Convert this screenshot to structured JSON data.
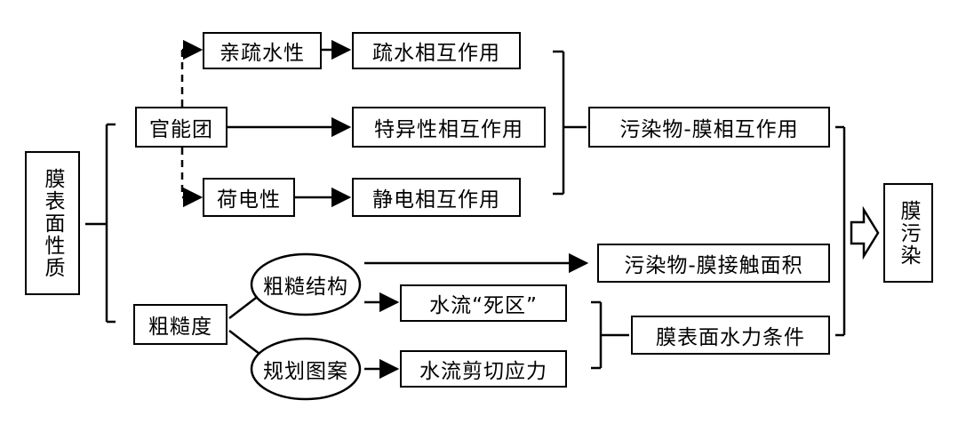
{
  "nodes": {
    "membrane_surface_properties": "膜表面性质",
    "functional_group": "官能团",
    "hydrophilicity": "亲疏水性",
    "charge": "荷电性",
    "hydrophobic_interaction": "疏水相互作用",
    "specific_interaction": "特异性相互作用",
    "electrostatic_interaction": "静电相互作用",
    "pollutant_membrane_interaction": "污染物-膜相互作用",
    "roughness": "粗糙度",
    "rough_structure": "粗糙结构",
    "regular_pattern": "规划图案",
    "contact_area": "污染物-膜接触面积",
    "dead_zone": "水流“死区”",
    "shear_stress": "水流剪切应力",
    "hydraulic_conditions": "膜表面水力条件",
    "membrane_fouling": "膜污染"
  },
  "colors": {
    "stroke": "#000000",
    "background": "#ffffff"
  }
}
